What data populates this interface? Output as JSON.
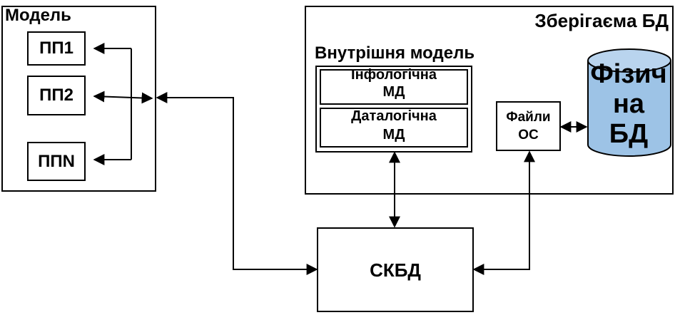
{
  "model": {
    "title": "Модель",
    "programs": [
      "ПП1",
      "ПП2",
      "ППN"
    ]
  },
  "stored_db": {
    "title": "Зберігаємa БД",
    "internal_model": {
      "title": "Внутрішня модель",
      "infological": {
        "line1": "Інфологічна",
        "line2": "МД"
      },
      "datalogical": {
        "line1": "Даталогічна",
        "line2": "МД"
      }
    },
    "os_files": {
      "line1": "Файли",
      "line2": "ОС"
    },
    "physical_db": {
      "line1": "Фізич",
      "line2": "на",
      "line3": "БД"
    },
    "cylinder_color": "#9dc3e6"
  },
  "dbms": {
    "label": "СКБД"
  }
}
